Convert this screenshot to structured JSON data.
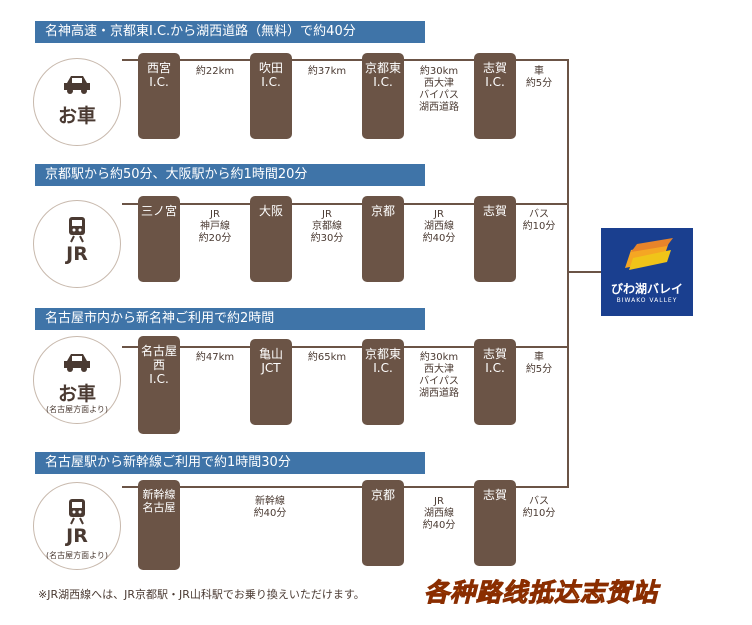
{
  "routes": [
    {
      "header": "名神高速・京都東I.C.から湖西道路（無料）で約40分",
      "mode_label": "お車",
      "mode_sub": "",
      "mode_icon": "car-icon",
      "stations": [
        "西宮\nI.C.",
        "吹田\nI.C.",
        "京都東\nI.C.",
        "志賀\nI.C."
      ],
      "segments": [
        "約22km",
        "約37km",
        "約30km\n西大津\nバイパス\n湖西道路",
        "車\n約5分"
      ]
    },
    {
      "header": "京都駅から約50分、大阪駅から約1時間20分",
      "mode_label": "JR",
      "mode_sub": "",
      "mode_icon": "train-icon",
      "stations": [
        "三ノ宮",
        "大阪",
        "京都",
        "志賀"
      ],
      "segments": [
        "JR\n神戸線\n約20分",
        "JR\n京都線\n約30分",
        "JR\n湖西線\n約40分",
        "バス\n約10分"
      ]
    },
    {
      "header": "名古屋市内から新名神ご利用で約2時間",
      "mode_label": "お車",
      "mode_sub": "(名古屋方面より)",
      "mode_icon": "car-icon",
      "stations": [
        "名古屋西\nI.C.",
        "亀山\nJCT",
        "京都東\nI.C.",
        "志賀\nI.C."
      ],
      "segments": [
        "約47km",
        "約65km",
        "約30km\n西大津\nバイパス\n湖西道路",
        "車\n約5分"
      ]
    },
    {
      "header": "名古屋駅から新幹線ご利用で約1時間30分",
      "mode_label": "JR",
      "mode_sub": "(名古屋方面より)",
      "mode_icon": "train-icon",
      "stations": [
        "新幹線名古屋",
        "京都",
        "志賀"
      ],
      "segments": [
        "新幹線\n約40分",
        "JR\n湖西線\n約40分",
        "バス\n約10分"
      ]
    }
  ],
  "logo": {
    "name": "びわ湖バレイ",
    "en": "BIWAKO VALLEY"
  },
  "footnote": "※JR湖西線へは、JR京都駅・JR山科駅でお乗り換えいただけます。",
  "promo": "各种路线抵达志贺站",
  "colors": {
    "header": "#3f74a8",
    "station": "#6b5446",
    "logo_bg": "#1a3f8f",
    "promo": "#f7941d"
  }
}
